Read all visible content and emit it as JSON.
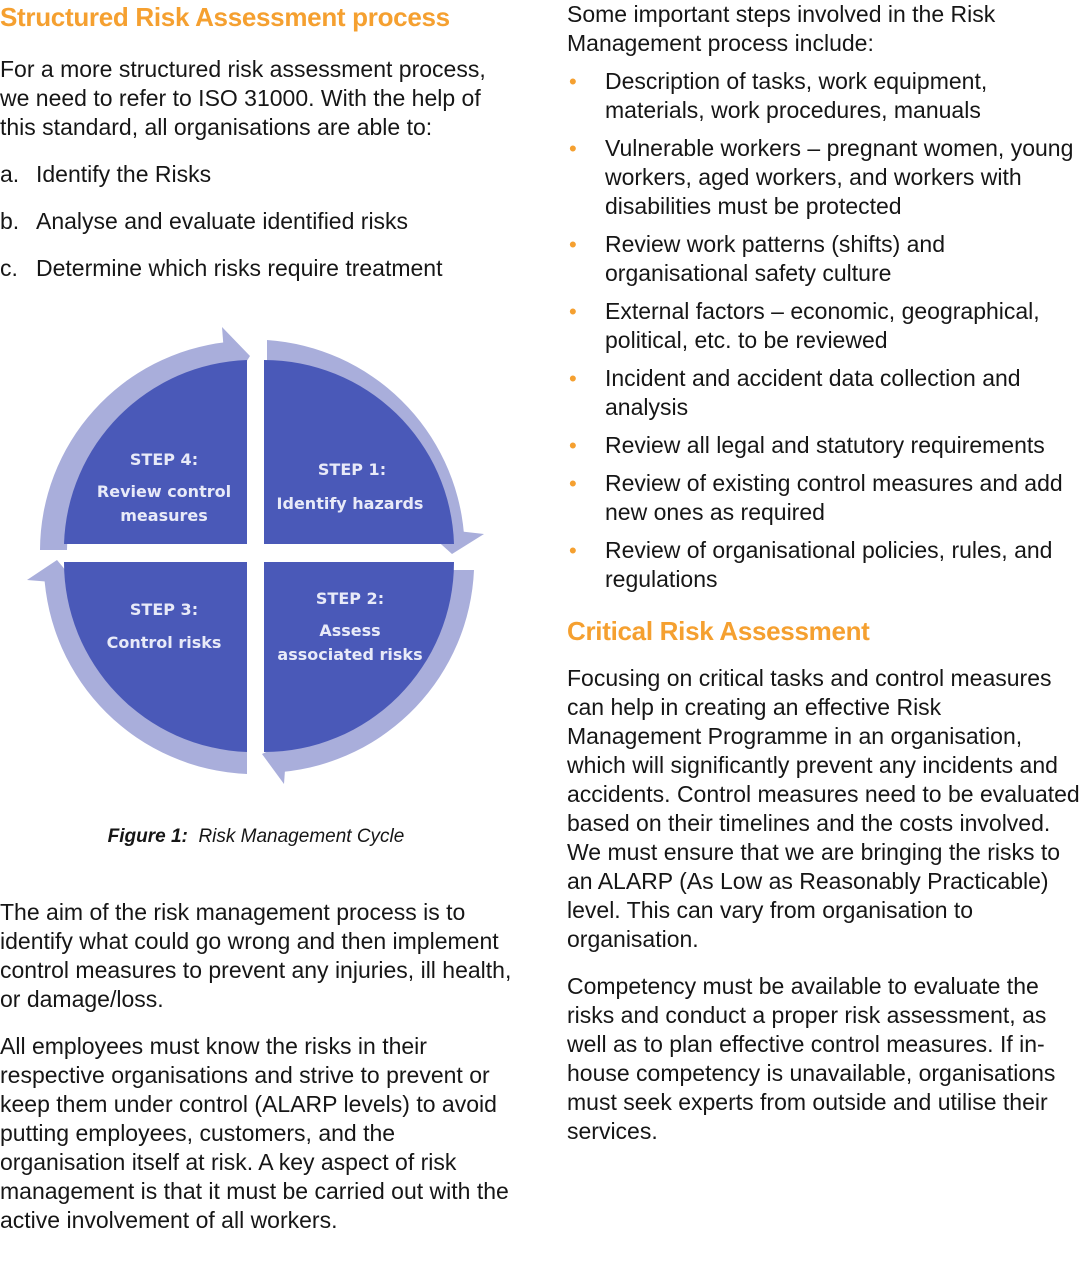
{
  "left": {
    "heading": "Structured Risk Assessment process",
    "intro": "For a more structured risk assessment process, we need to refer to ISO 31000. With the help of this standard, all organisations are able to:",
    "list": [
      {
        "marker": "a.",
        "text": "Identify the Risks"
      },
      {
        "marker": "b.",
        "text": "Analyse and evaluate identified risks"
      },
      {
        "marker": "c.",
        "text": "Determine which risks require treatment"
      }
    ],
    "figure": {
      "steps": [
        {
          "title": "STEP 1:",
          "line1": "Identify hazards",
          "line2": ""
        },
        {
          "title": "STEP 2:",
          "line1": "Assess",
          "line2": "associated risks"
        },
        {
          "title": "STEP 3:",
          "line1": "Control risks",
          "line2": ""
        },
        {
          "title": "STEP 4:",
          "line1": "Review control",
          "line2": "measures"
        }
      ],
      "colors": {
        "quadrant": "#4a59b8",
        "arrow": "#a9aedb"
      },
      "caption_label": "Figure 1:",
      "caption_text": "Risk Management Cycle"
    },
    "para1": "The aim of the risk management process is to identify what could go wrong and then implement control measures to prevent any injuries, ill health, or damage/loss.",
    "para2": "All employees must know the risks in their respective organisations and strive to prevent or keep them under control (ALARP levels) to avoid putting employees, customers, and the organisation itself at risk. A key aspect of risk management is that it must be carried out with the active involvement of all workers."
  },
  "right": {
    "intro": "Some important steps involved in the Risk Management process include:",
    "bullet_glyph": "•",
    "bullets": [
      "Description of tasks, work equipment, materials, work procedures, manuals",
      "Vulnerable workers – pregnant women, young workers, aged workers, and workers with disabilities must be protected",
      "Review work patterns (shifts) and organisational safety culture",
      "External factors – economic, geographical, political, etc. to be reviewed",
      "Incident and accident data collection and analysis",
      "Review all legal and statutory requirements",
      "Review of existing control measures and add new ones as required",
      "Review of organisational policies, rules, and regulations"
    ],
    "heading": "Critical Risk Assessment",
    "para1": "Focusing on critical tasks and control measures can help in creating an effective Risk Management Programme in an organisation, which will significantly prevent any incidents and accidents. Control measures need to be evaluated based on their timelines and the costs involved. We must ensure that we are bringing the risks to an ALARP (As Low as Reasonably Practicable) level. This can vary from organisation to organisation.",
    "para2": "Competency must be available to evaluate the risks and conduct a proper risk assessment, as well as to plan effective control measures. If in-house competency is unavailable, organisations must seek experts from outside and utilise their services."
  },
  "accent_color": "#f5a030"
}
